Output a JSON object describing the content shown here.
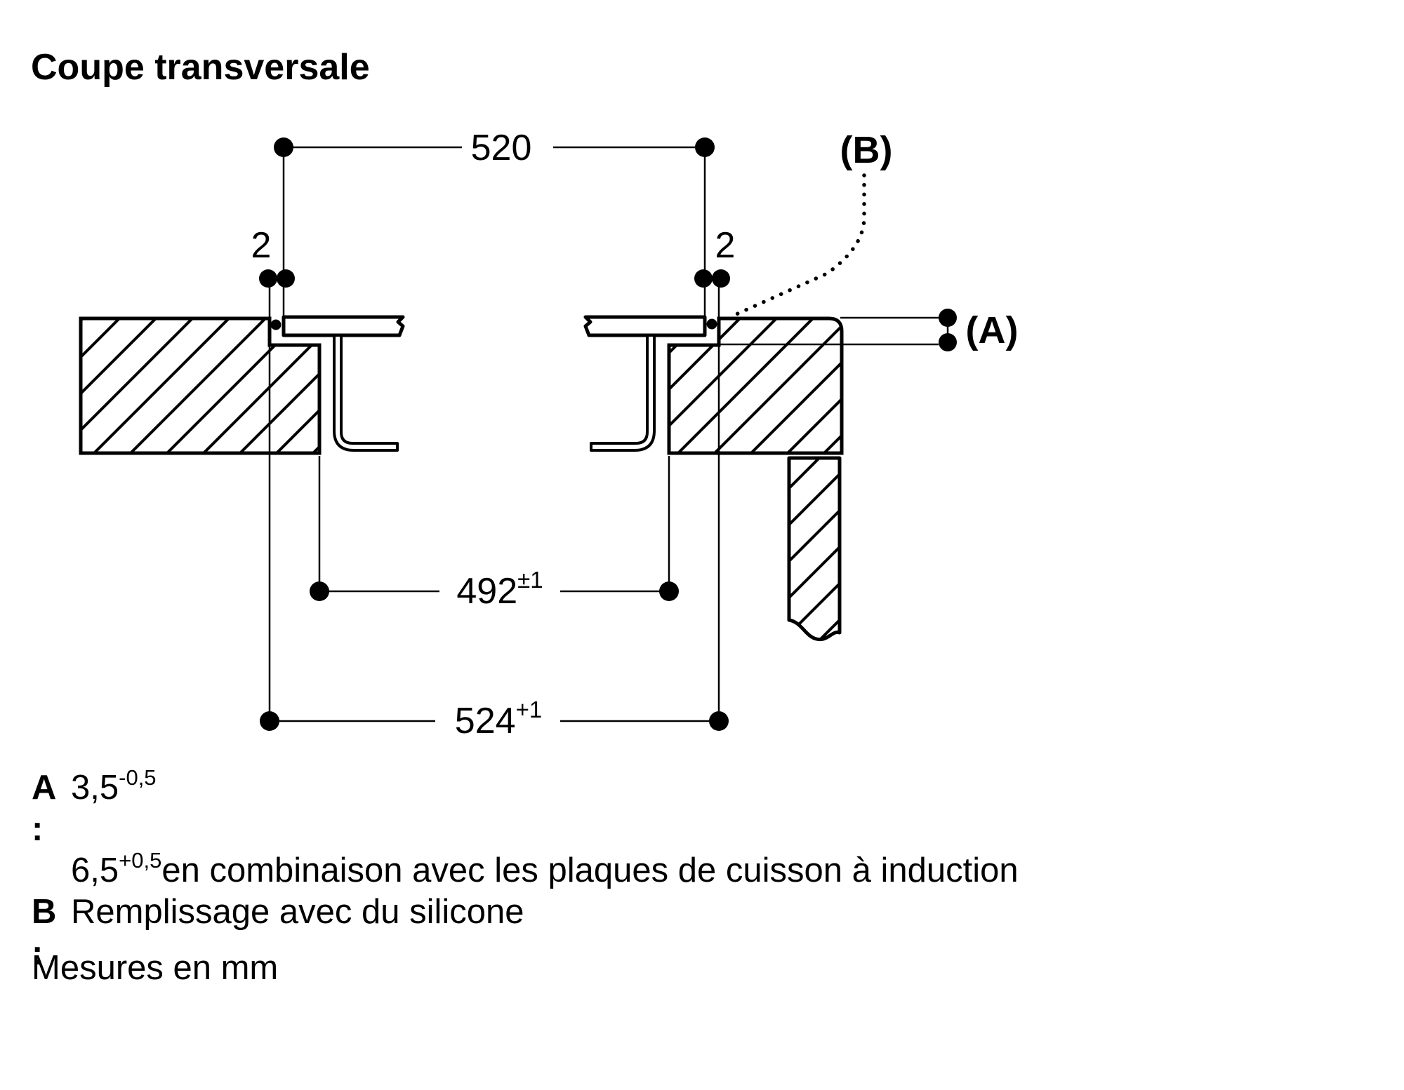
{
  "page": {
    "title": "Coupe transversale",
    "units_note": "Mesures en mm"
  },
  "diagram": {
    "dim_top": "520",
    "gap_left": "2",
    "gap_right": "2",
    "dim_cutout": "492",
    "dim_cutout_tol": "±1",
    "dim_outer": "524",
    "dim_outer_tol": "+1",
    "label_a": "(A)",
    "label_b": "(B)"
  },
  "legend": {
    "a_key": "A :",
    "a_value1": "3,5",
    "a_tol1": "-0,5",
    "a_value2": "6,5",
    "a_tol2": "+0,5",
    "a_text2": "en combinaison avec les plaques de cuisson à induction",
    "b_key": "B :",
    "b_text": "Remplissage avec du silicone"
  },
  "colors": {
    "ink": "#000000",
    "background": "#ffffff"
  }
}
